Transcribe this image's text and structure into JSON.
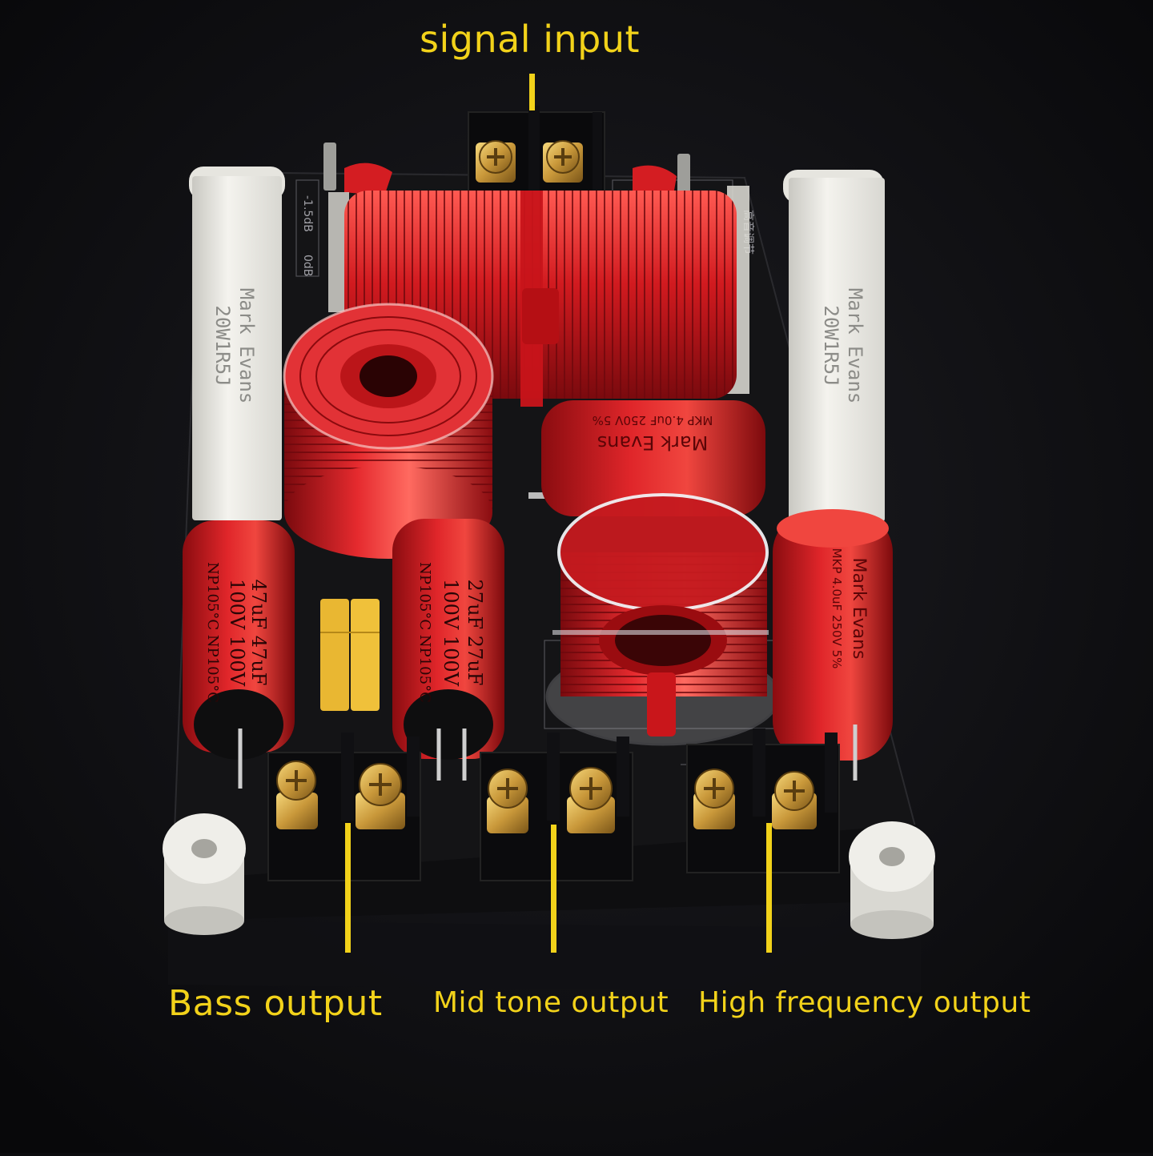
{
  "labels": {
    "signal_input": "signal input",
    "bass_output": "Bass output",
    "mid_output": "Mid tone output",
    "high_output": "High frequency output"
  },
  "components": {
    "resistor_left": {
      "line1": "Mark Evans",
      "line2": "20W1R5J"
    },
    "resistor_right": {
      "line1": "Mark Evans",
      "line2": "20W1R5J"
    },
    "film_cap_top": {
      "line1": "Mark Evans",
      "line2": "MKP 4.0uF 250V 5%"
    },
    "film_cap_right": {
      "line1": "Mark Evans",
      "line2": "MKP 4.0uF 250V 5%"
    },
    "electro_cap_left": {
      "line1": "47uF 47uF",
      "line2": "100V 100V",
      "line3": "NP105°C NP105°C"
    },
    "electro_cap_mid": {
      "line1": "27uF 27uF",
      "line2": "100V 100V",
      "line3": "NP105°C NP105°C"
    },
    "pcb_marks": {
      "m1": "-1.5dB",
      "m2": "0dB",
      "m3": "高音调节"
    }
  },
  "colors": {
    "label_yellow": "#f2d21a",
    "copper_red": "#c9161b",
    "pcb_black": "#151517",
    "brass": "#c9a040",
    "ceramic": "#ecebe6"
  },
  "icons": {
    "arrow_input": "yellow-pointer-line",
    "arrow_bass": "yellow-pointer-line",
    "arrow_mid": "yellow-pointer-line",
    "arrow_high": "yellow-pointer-line"
  }
}
